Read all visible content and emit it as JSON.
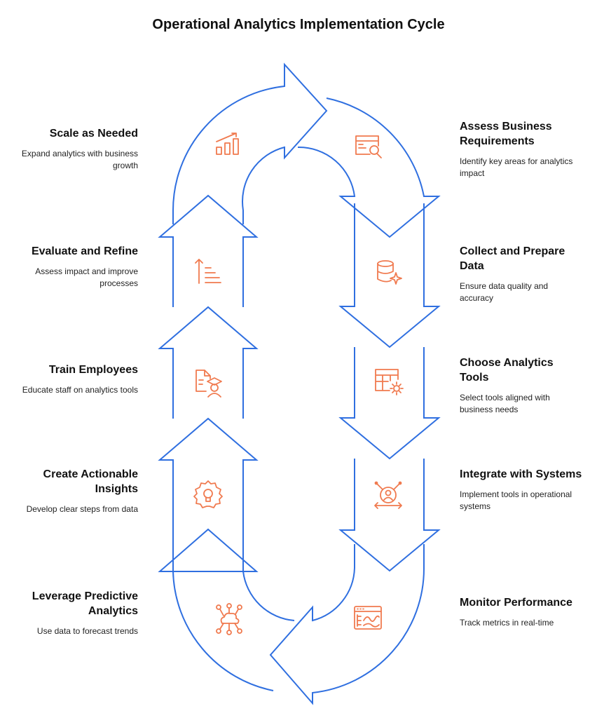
{
  "title": "Operational Analytics Implementation Cycle",
  "colors": {
    "arrow_stroke": "#2f6fe0",
    "icon": "#f07a4f",
    "text": "#111111"
  },
  "steps": {
    "scale": {
      "title": "Scale as Needed",
      "desc": "Expand analytics with business growth",
      "icon": "growth-chart-icon"
    },
    "evaluate": {
      "title": "Evaluate and Refine",
      "desc": "Assess impact and improve processes",
      "icon": "sort-ascending-icon"
    },
    "train": {
      "title": "Train Employees",
      "desc": "Educate staff on analytics tools",
      "icon": "graduate-document-icon"
    },
    "insights": {
      "title": "Create Actionable Insights",
      "desc": "Develop clear steps from data",
      "icon": "gear-bulb-icon"
    },
    "predictive": {
      "title": "Leverage Predictive Analytics",
      "desc": "Use data to forecast trends",
      "icon": "cloud-network-icon"
    },
    "assess": {
      "title": "Assess Business Requirements",
      "desc": "Identify key areas for analytics impact",
      "icon": "browser-search-icon"
    },
    "collect": {
      "title": "Collect and Prepare Data",
      "desc": "Ensure data quality and accuracy",
      "icon": "database-sparkle-icon"
    },
    "tools": {
      "title": "Choose Analytics Tools",
      "desc": "Select tools aligned with business needs",
      "icon": "table-gear-icon"
    },
    "integrate": {
      "title": "Integrate with Systems",
      "desc": "Implement tools in operational systems",
      "icon": "user-network-icon"
    },
    "monitor": {
      "title": "Monitor Performance",
      "desc": "Track metrics in real-time",
      "icon": "dashboard-window-icon"
    }
  }
}
